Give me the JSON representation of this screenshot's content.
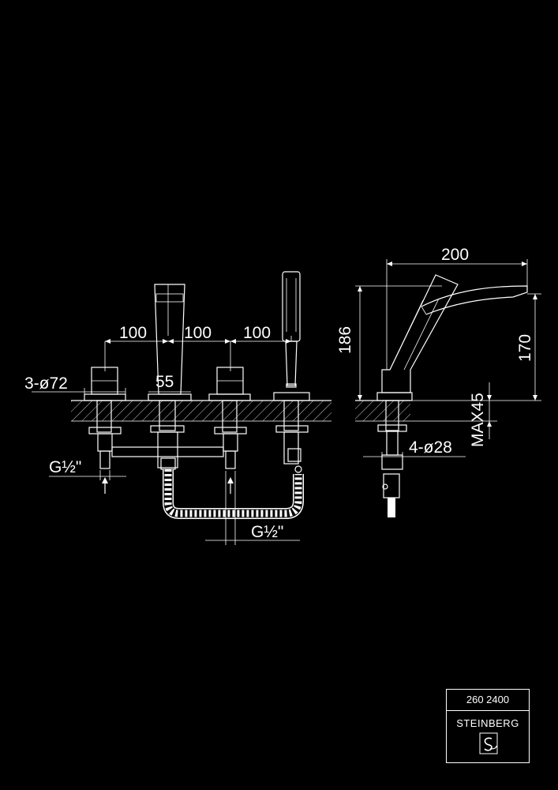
{
  "dimensions": {
    "spacing_1": "100",
    "spacing_2": "100",
    "spacing_3": "100",
    "holes_front": "3-ø72",
    "spout_width": "55",
    "inlet_left": "G½\"",
    "inlet_bottom": "G½\"",
    "projection": "200",
    "height_total": "186",
    "height_outlet": "170",
    "deck_thickness": "MAX45",
    "holes_side": "4-ø28"
  },
  "titleblock": {
    "code": "260 2400",
    "brand": "STEINBERG",
    "logo_icon": "steinberg-logo-icon"
  }
}
